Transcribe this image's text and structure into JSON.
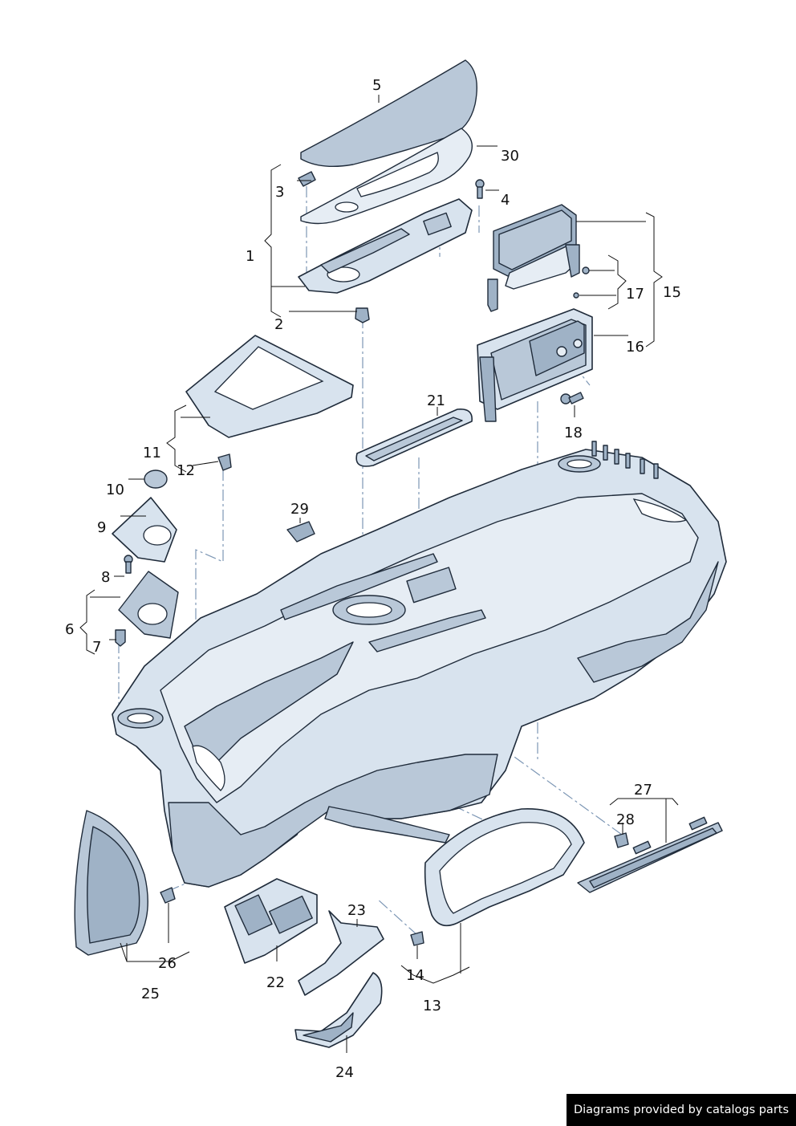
{
  "labels": {
    "l1": "1",
    "l2": "2",
    "l3": "3",
    "l4": "4",
    "l5": "5",
    "l6": "6",
    "l7": "7",
    "l8": "8",
    "l9": "9",
    "l10": "10",
    "l11": "11",
    "l12": "12",
    "l13": "13",
    "l14": "14",
    "l15": "15",
    "l16": "16",
    "l17": "17",
    "l18": "18",
    "l21": "21",
    "l22": "22",
    "l23": "23",
    "l24": "24",
    "l25": "25",
    "l26": "26",
    "l27": "27",
    "l28": "28",
    "l29": "29",
    "l30": "30"
  },
  "credit": "Diagrams provided by catalogs parts",
  "colors": {
    "part_fill": "#d8e3ee",
    "outline": "#1f2b3a",
    "leader_dash": "#7d97b5",
    "credit_bg": "#000000"
  }
}
